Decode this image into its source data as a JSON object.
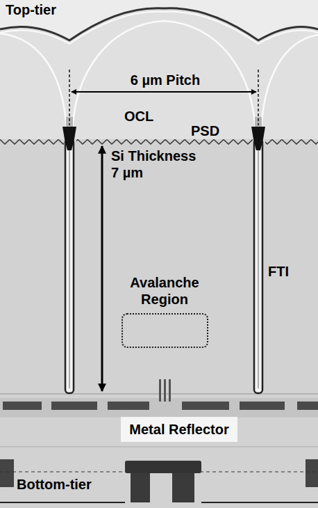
{
  "diagram": {
    "nodes": [
      {
        "text": [
          "Avalanche Region"
        ]
      },
      {
        "text": [
          "Metal Reflector"
        ]
      }
    ],
    "labels": [
      "Top-tier",
      "6 µm Pitch",
      "OCL",
      "PSD",
      "Si Thickness 7 µm",
      "FTI",
      "Bottom-tier"
    ]
  }
}
